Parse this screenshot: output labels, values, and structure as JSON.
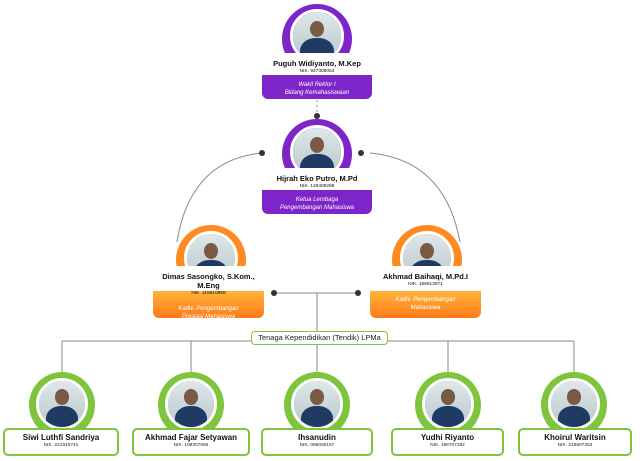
{
  "colors": {
    "purple": "#7d25c9",
    "orange": "#ff8a1f",
    "green": "#7cc53d",
    "line": "#8a8a8a"
  },
  "head": {
    "name": "Puguh Widiyanto, M.Kep",
    "nik": "NIK. 947308053",
    "role1": "Wakil Rektor I",
    "role2": "Bidang Kemahasiswaan"
  },
  "director": {
    "name": "Hijrah Eko Putro, M.Pd",
    "nik": "NIK. 128409289",
    "role1": "Ketua Lembaga",
    "role2": "Pengembangan Mahasiswa"
  },
  "left_kadiv": {
    "name": "Dimas Sasongko, S.Kom., M.Eng",
    "nik": "NIK. 118510888",
    "role1": "Kadiv. Pengembangan",
    "role2": "Prestasi Mahasiswa"
  },
  "right_kadiv": {
    "name": "Akhmad Baihaqi, M.Pd.I",
    "nik": "NIK. 168913871",
    "role1": "Kadiv. Pengembangan",
    "role2": "Mahasiswa"
  },
  "staff_label": "Tenaga Kependidikan (Tendik) LPMa",
  "staff": [
    {
      "name": "Siwi Luthfi Sandriya",
      "nik": "NIK. 221910741"
    },
    {
      "name": "Akhmad Fajar Setyawan",
      "nik": "NIK. 108207066"
    },
    {
      "name": "Ihsanudin",
      "nik": "NIK. 086005157"
    },
    {
      "name": "Yudhi Riyanto",
      "nik": "NIK. 198707282"
    },
    {
      "name": "Khoirul Waritsin",
      "nik": "NIK. 218807253"
    }
  ]
}
